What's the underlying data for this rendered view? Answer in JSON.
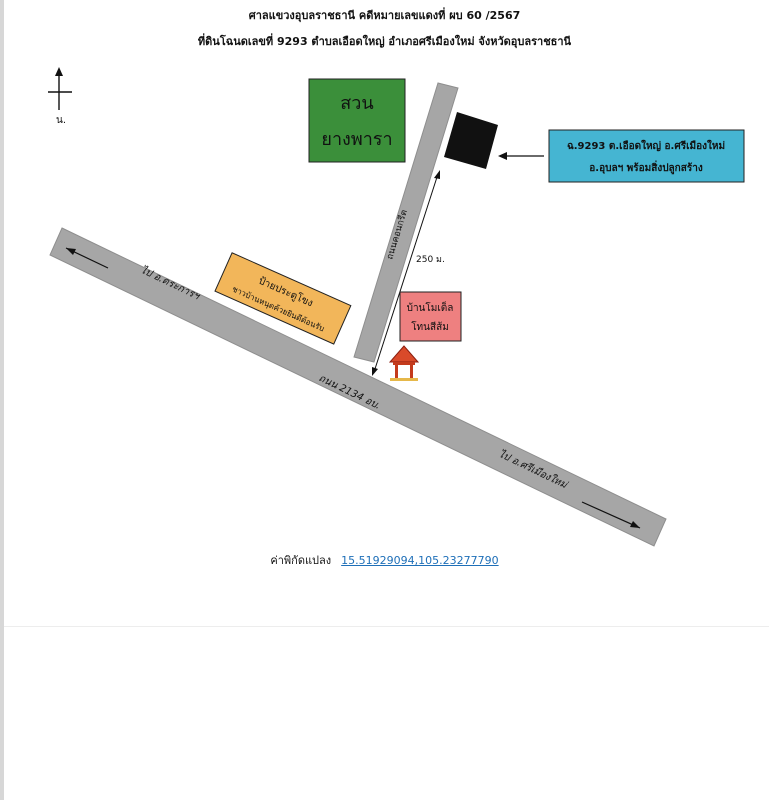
{
  "header": {
    "line1": "ศาลแขวงอุบลราชธานี คดีหมายเลขแดงที่ ผบ 60 /2567",
    "line2": "ที่ดินโฉนดเลขที่ 9293 ตำบลเอือดใหญ่ อำเภอศรีเมืองใหม่ จังหวัดอุบลราชธานี"
  },
  "map": {
    "north_label": "น.",
    "rubber_garden": {
      "line1": "สวน",
      "line2": "ยางพารา",
      "color": "#3b8f3a"
    },
    "parcel_label": {
      "line1": "ฉ.9293 ต.เอือดใหญ่ อ.ศรีเมืองใหม่",
      "line2": "อ.อุบลฯ พร้อมสิ่งปลูกสร้าง",
      "color": "#45b5d2"
    },
    "distance_label": "250 ม.",
    "side_road_label": "ถนนคอนกรีต",
    "main_road_label": "ถนน 2134 อบ.",
    "to_left_label": "ไป อ.ตระการฯ",
    "to_right_label": "ไป อ.ศรีเมืองใหม่",
    "sign_label": {
      "line1": "ป้ายประตูโขง",
      "line2": "ชาวบ้านหนุดค้วยยินดีต้อนรับ",
      "color": "#f2b65a"
    },
    "motel_label": {
      "line1": "บ้านโมเต็ล",
      "line2": "โทนสีส้ม",
      "color": "#ee8080"
    },
    "road_color": "#a6a6a6",
    "building_color": "#111111"
  },
  "coordinates": {
    "label": "ค่าพิกัดแปลง",
    "value": "15.51929094,105.23277790"
  }
}
